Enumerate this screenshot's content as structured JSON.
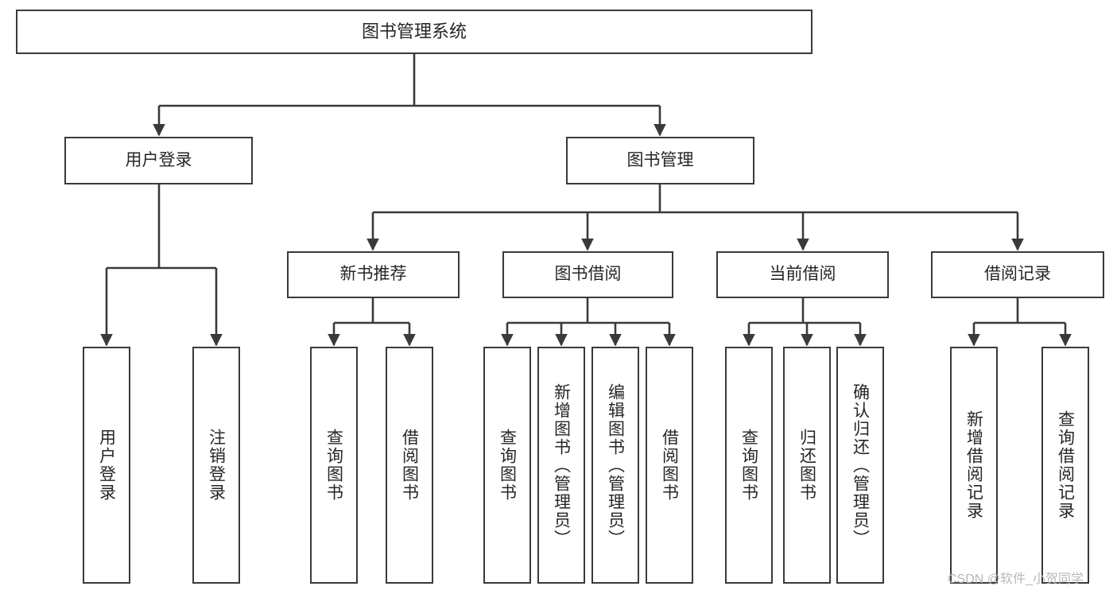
{
  "diagram": {
    "title": "图书管理系统",
    "type": "tree-hierarchy",
    "root": {
      "id": "root",
      "label": "图书管理系统"
    },
    "level1": [
      {
        "id": "user-login",
        "label": "用户登录"
      },
      {
        "id": "book-management",
        "label": "图书管理"
      }
    ],
    "level2": [
      {
        "id": "new-book-recommend",
        "label": "新书推荐",
        "parent": "book-management"
      },
      {
        "id": "book-borrow",
        "label": "图书借阅",
        "parent": "book-management"
      },
      {
        "id": "current-borrow",
        "label": "当前借阅",
        "parent": "book-management"
      },
      {
        "id": "borrow-record",
        "label": "借阅记录",
        "parent": "book-management"
      }
    ],
    "leaves": [
      {
        "id": "leaf-user-login",
        "label": "用户登录",
        "parent": "user-login"
      },
      {
        "id": "leaf-logout-login",
        "label": "注销登录",
        "parent": "user-login"
      },
      {
        "id": "leaf-query-book-1",
        "label": "查询图书",
        "parent": "new-book-recommend"
      },
      {
        "id": "leaf-borrow-book-1",
        "label": "借阅图书",
        "parent": "new-book-recommend"
      },
      {
        "id": "leaf-query-book-2",
        "label": "查询图书",
        "parent": "book-borrow"
      },
      {
        "id": "leaf-add-book",
        "label": "新增图书（管理员）",
        "parent": "book-borrow"
      },
      {
        "id": "leaf-edit-book",
        "label": "编辑图书（管理员）",
        "parent": "book-borrow"
      },
      {
        "id": "leaf-borrow-book-2",
        "label": "借阅图书",
        "parent": "book-borrow"
      },
      {
        "id": "leaf-query-book-3",
        "label": "查询图书",
        "parent": "current-borrow"
      },
      {
        "id": "leaf-return-book",
        "label": "归还图书",
        "parent": "current-borrow"
      },
      {
        "id": "leaf-confirm-return",
        "label": "确认归还（管理员）",
        "parent": "current-borrow"
      },
      {
        "id": "leaf-add-record",
        "label": "新增借阅记录",
        "parent": "borrow-record"
      },
      {
        "id": "leaf-query-record",
        "label": "查询借阅记录",
        "parent": "borrow-record"
      }
    ],
    "colors": {
      "box_border": "#3a3a3a",
      "box_fill": "#ffffff",
      "edge": "#3a3a3a",
      "text": "#262626",
      "watermark": "#b9b9b9",
      "background": "#ffffff"
    }
  },
  "watermark": {
    "text": "CSDN @软件_小贺同学"
  }
}
